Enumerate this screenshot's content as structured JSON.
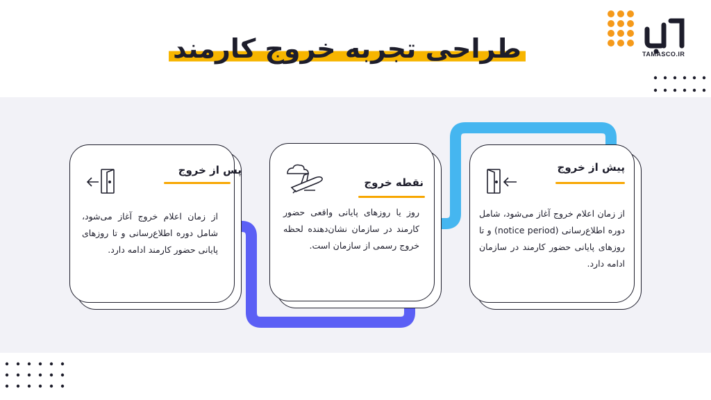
{
  "header": {
    "title": "طراحی تجربه خروج کارمند",
    "logo_text": "TAMASCO.IR"
  },
  "colors": {
    "accent_yellow": "#f7a600",
    "arrow_blue": "#45b6f0",
    "arrow_purple": "#5b5ff5",
    "dark": "#1d1d2b",
    "logo_orange": "#f59a1b"
  },
  "stages": [
    {
      "title": "پیش از خروج",
      "icon": "door-enter-icon",
      "body": "از زمان اعلام خروج آغاز می‌شود، شامل دوره اطلاع‌رسانی (notice period) و تا روزهای پایانی حضور کارمند در سازمان ادامه دارد."
    },
    {
      "title": "نقطه خروج",
      "icon": "airplane-departure-icon",
      "body": "روز یا روزهای پایانی واقعی حضور کارمند در سازمان نشان‌دهنده لحظه خروج رسمی از سازمان است."
    },
    {
      "title": "پس از خروج",
      "icon": "door-exit-icon",
      "body": "از زمان اعلام خروج آغاز می‌شود، شامل دوره اطلاع‌رسانی و تا روزهای پایانی حضور کارمند ادامه دارد."
    }
  ]
}
